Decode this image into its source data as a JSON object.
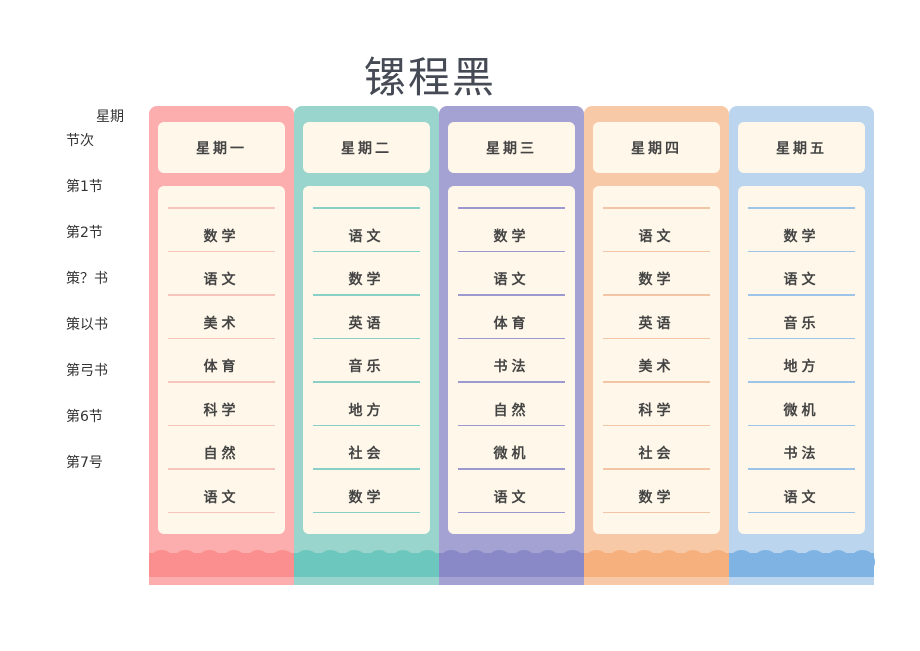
{
  "title": "镙程黑",
  "header": {
    "weekday_label": "星期",
    "period_label": "节次"
  },
  "periods": [
    "第1节",
    "第2节",
    "策？书",
    "策以书",
    "第弓书",
    "第6节",
    "第7号"
  ],
  "days": [
    {
      "name": "星期一",
      "color": "#fcaeae",
      "band": "#fb8f8f",
      "line": "#f6c6bd",
      "classes": [
        "数学",
        "语文",
        "美术",
        "体育",
        "科学",
        "自然",
        "语文"
      ]
    },
    {
      "name": "星期二",
      "color": "#99d5cc",
      "band": "#6cc8be",
      "line": "#88d0c5",
      "classes": [
        "语文",
        "数学",
        "英语",
        "音乐",
        "地方",
        "社会",
        "数学"
      ]
    },
    {
      "name": "星期三",
      "color": "#a4a2d3",
      "band": "#8a89c7",
      "line": "#9c99d0",
      "classes": [
        "数学",
        "语文",
        "体育",
        "书法",
        "自然",
        "微机",
        "语文"
      ]
    },
    {
      "name": "星期四",
      "color": "#f8c9a7",
      "band": "#f5b07e",
      "line": "#f2c6a4",
      "classes": [
        "语文",
        "数学",
        "英语",
        "美术",
        "科学",
        "社会",
        "数学"
      ]
    },
    {
      "name": "星期五",
      "color": "#bcd5ee",
      "band": "#7fb3e3",
      "line": "#9ec4e8",
      "classes": [
        "数学",
        "语文",
        "音乐",
        "地方",
        "微机",
        "书法",
        "语文"
      ]
    }
  ]
}
